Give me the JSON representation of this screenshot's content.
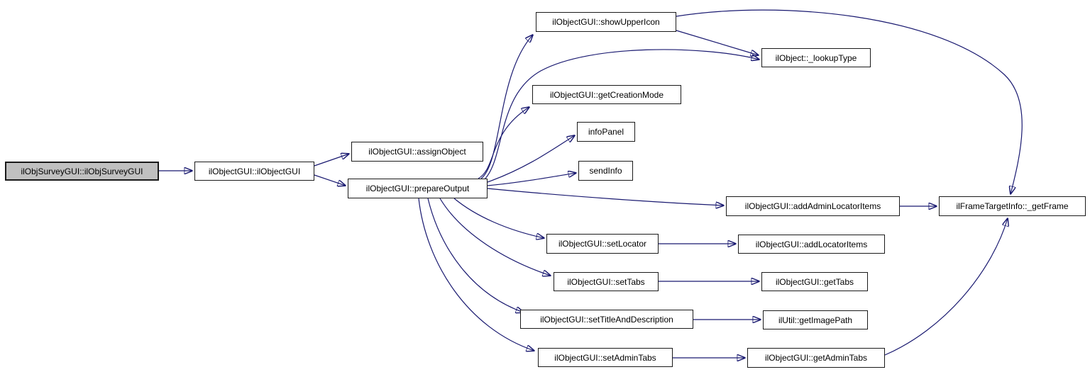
{
  "diagram": {
    "kind": "doxygen-call-graph",
    "root_function": "ilObjSurveyGUI::ilObjSurveyGUI"
  },
  "colors": {
    "background": "#ffffff",
    "edge": "#191970",
    "node_border": "#1a1a1a",
    "node_fill": "#ffffff",
    "highlight_fill": "#c0c0c0",
    "text": "#000000"
  },
  "nodes": [
    {
      "id": "main",
      "label": "ilObjSurveyGUI::ilObjSurveyGUI",
      "highlighted": true
    },
    {
      "id": "ilobjectgui",
      "label": "ilObjectGUI::ilObjectGUI",
      "highlighted": false
    },
    {
      "id": "assign-object",
      "label": "ilObjectGUI::assignObject",
      "highlighted": false
    },
    {
      "id": "prepare-output",
      "label": "ilObjectGUI::prepareOutput",
      "highlighted": false
    },
    {
      "id": "show-upper-icon",
      "label": "ilObjectGUI::showUpperIcon",
      "highlighted": false
    },
    {
      "id": "lookup-type",
      "label": "ilObject::_lookupType",
      "highlighted": false
    },
    {
      "id": "get-creation-mode",
      "label": "ilObjectGUI::getCreationMode",
      "highlighted": false
    },
    {
      "id": "info-panel",
      "label": "infoPanel",
      "highlighted": false
    },
    {
      "id": "send-info",
      "label": "sendInfo",
      "highlighted": false
    },
    {
      "id": "add-admin-locator-items",
      "label": "ilObjectGUI::addAdminLocatorItems",
      "highlighted": false
    },
    {
      "id": "get-frame",
      "label": "ilFrameTargetInfo::_getFrame",
      "highlighted": false
    },
    {
      "id": "set-locator",
      "label": "ilObjectGUI::setLocator",
      "highlighted": false
    },
    {
      "id": "add-locator-items",
      "label": "ilObjectGUI::addLocatorItems",
      "highlighted": false
    },
    {
      "id": "set-tabs",
      "label": "ilObjectGUI::setTabs",
      "highlighted": false
    },
    {
      "id": "get-tabs",
      "label": "ilObjectGUI::getTabs",
      "highlighted": false
    },
    {
      "id": "set-title-and-description",
      "label": "ilObjectGUI::setTitleAndDescription",
      "highlighted": false
    },
    {
      "id": "get-image-path",
      "label": "ilUtil::getImagePath",
      "highlighted": false
    },
    {
      "id": "set-admin-tabs",
      "label": "ilObjectGUI::setAdminTabs",
      "highlighted": false
    },
    {
      "id": "get-admin-tabs",
      "label": "ilObjectGUI::getAdminTabs",
      "highlighted": false
    }
  ],
  "edges": [
    {
      "from": "main",
      "to": "ilobjectgui"
    },
    {
      "from": "ilobjectgui",
      "to": "assign-object"
    },
    {
      "from": "ilobjectgui",
      "to": "prepare-output"
    },
    {
      "from": "prepare-output",
      "to": "show-upper-icon"
    },
    {
      "from": "prepare-output",
      "to": "lookup-type"
    },
    {
      "from": "prepare-output",
      "to": "get-creation-mode"
    },
    {
      "from": "prepare-output",
      "to": "info-panel"
    },
    {
      "from": "prepare-output",
      "to": "send-info"
    },
    {
      "from": "prepare-output",
      "to": "add-admin-locator-items"
    },
    {
      "from": "prepare-output",
      "to": "set-locator"
    },
    {
      "from": "prepare-output",
      "to": "set-tabs"
    },
    {
      "from": "prepare-output",
      "to": "set-title-and-description"
    },
    {
      "from": "prepare-output",
      "to": "set-admin-tabs"
    },
    {
      "from": "show-upper-icon",
      "to": "lookup-type"
    },
    {
      "from": "show-upper-icon",
      "to": "get-frame"
    },
    {
      "from": "add-admin-locator-items",
      "to": "get-frame"
    },
    {
      "from": "set-locator",
      "to": "add-locator-items"
    },
    {
      "from": "set-tabs",
      "to": "get-tabs"
    },
    {
      "from": "set-title-and-description",
      "to": "get-image-path"
    },
    {
      "from": "set-admin-tabs",
      "to": "get-admin-tabs"
    },
    {
      "from": "get-admin-tabs",
      "to": "get-frame"
    }
  ]
}
